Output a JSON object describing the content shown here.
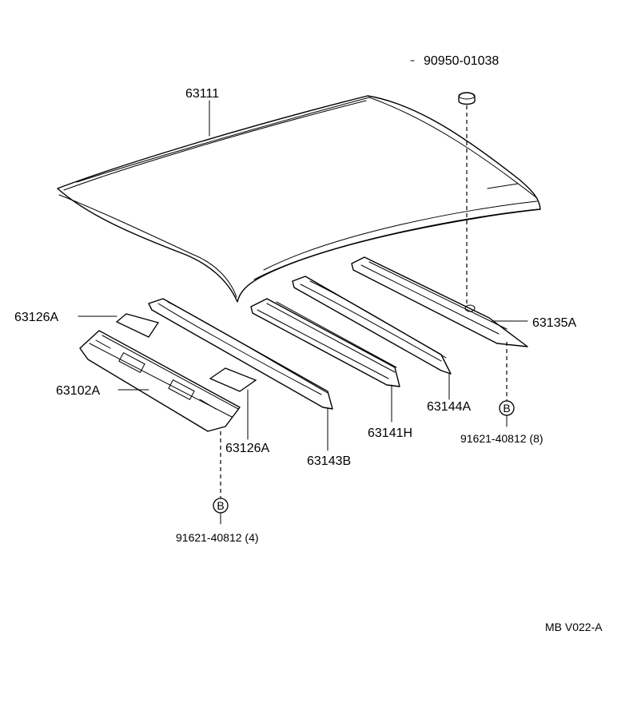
{
  "diagram_id": "MB V022-A",
  "parts": {
    "roof_panel": "63111",
    "plug": "90950-01038",
    "pad_left": "63126A",
    "pad_right": "63126A",
    "front_header_panel": "63102A",
    "roof_bow_1": "63143B",
    "roof_bow_2": "63141H",
    "roof_bow_3": "63144A",
    "rear_header_panel": "63135A",
    "bolt_rear": "91621-40812 (8)",
    "bolt_front": "91621-40812 (4)"
  },
  "callout_symbol": "B"
}
